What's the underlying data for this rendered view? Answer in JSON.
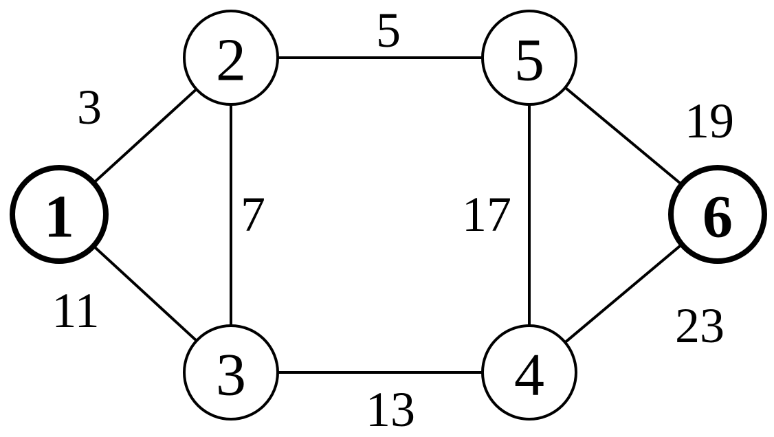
{
  "graph": {
    "nodes": [
      {
        "id": "1",
        "label": "1",
        "bold": true
      },
      {
        "id": "2",
        "label": "2",
        "bold": false
      },
      {
        "id": "3",
        "label": "3",
        "bold": false
      },
      {
        "id": "4",
        "label": "4",
        "bold": false
      },
      {
        "id": "5",
        "label": "5",
        "bold": false
      },
      {
        "id": "6",
        "label": "6",
        "bold": true
      }
    ],
    "edges": [
      {
        "from": "1",
        "to": "2",
        "weight": "3"
      },
      {
        "from": "1",
        "to": "3",
        "weight": "11"
      },
      {
        "from": "2",
        "to": "3",
        "weight": "7"
      },
      {
        "from": "2",
        "to": "5",
        "weight": "5"
      },
      {
        "from": "3",
        "to": "4",
        "weight": "13"
      },
      {
        "from": "5",
        "to": "4",
        "weight": "17"
      },
      {
        "from": "5",
        "to": "6",
        "weight": "19"
      },
      {
        "from": "4",
        "to": "6",
        "weight": "23"
      }
    ]
  },
  "colors": {
    "stroke": "#000000",
    "background": "#ffffff"
  }
}
